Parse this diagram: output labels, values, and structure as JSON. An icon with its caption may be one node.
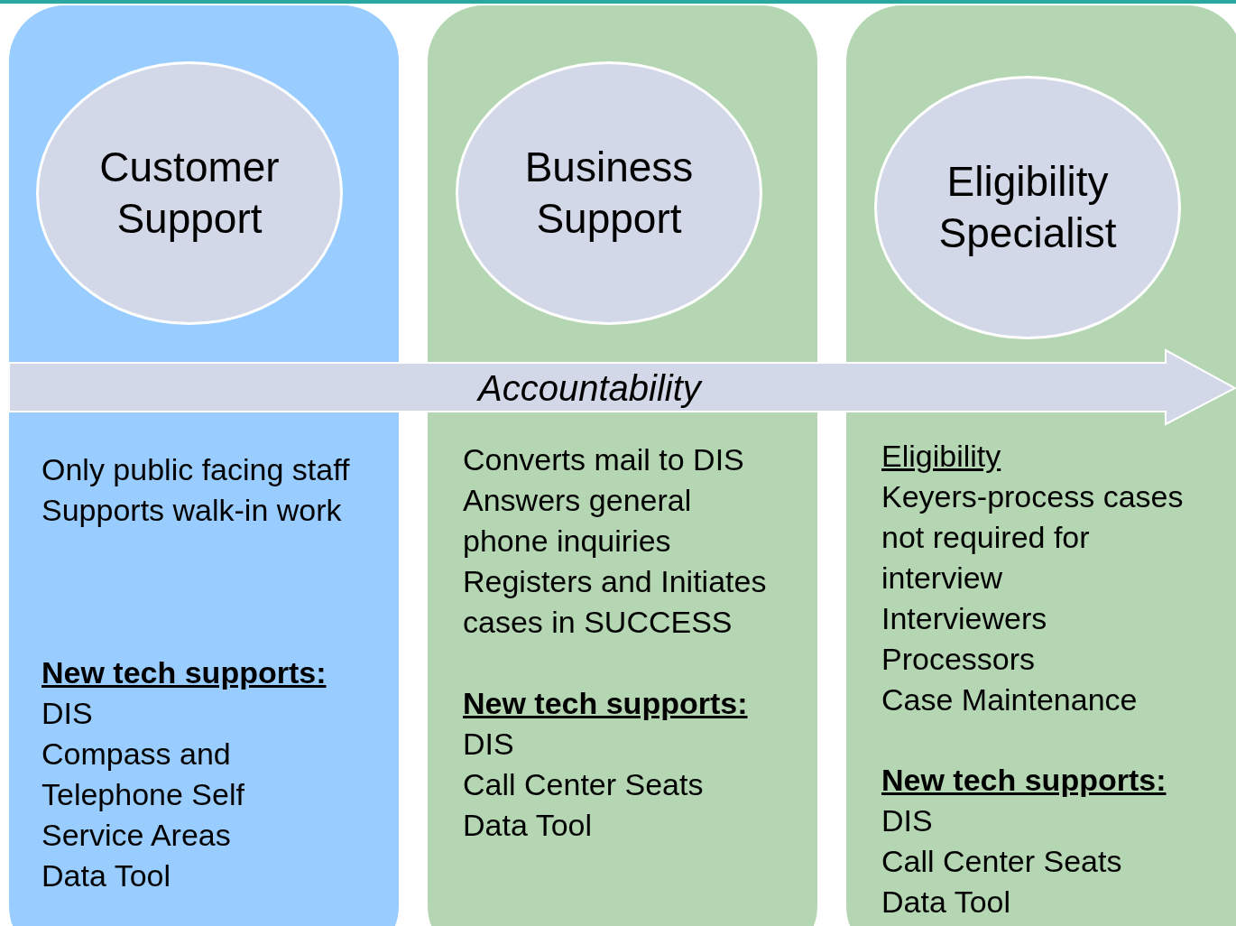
{
  "diagram": {
    "nodes": [
      {
        "text": [
          "Only public facing staff",
          "Supports walk-in work",
          "New tech supports:",
          "DIS",
          "Compass and Telephone Self Service Areas",
          "Data Tool"
        ]
      },
      {
        "text": [
          "Customer Support"
        ],
        "in": 0
      },
      {
        "text": [
          "Converts mail to DIS",
          "Answers general phone inquiries",
          "Registers and Initiates cases in SUCCESS",
          "New tech supports:",
          "DIS",
          "Call Center Seats",
          "Data Tool"
        ]
      },
      {
        "text": [
          "Business Support"
        ],
        "in": 2
      },
      {
        "text": [
          "Eligibility",
          "Keyers-process cases not required for interview",
          "Interviewers",
          "Processors",
          "Case Maintenance",
          "New tech supports:",
          "DIS",
          "Call Center Seats",
          "Data Tool"
        ]
      },
      {
        "text": [
          "Eligibility Specialist"
        ],
        "in": 4
      },
      {
        "text": [
          "Accountability"
        ]
      }
    ],
    "edges": []
  }
}
